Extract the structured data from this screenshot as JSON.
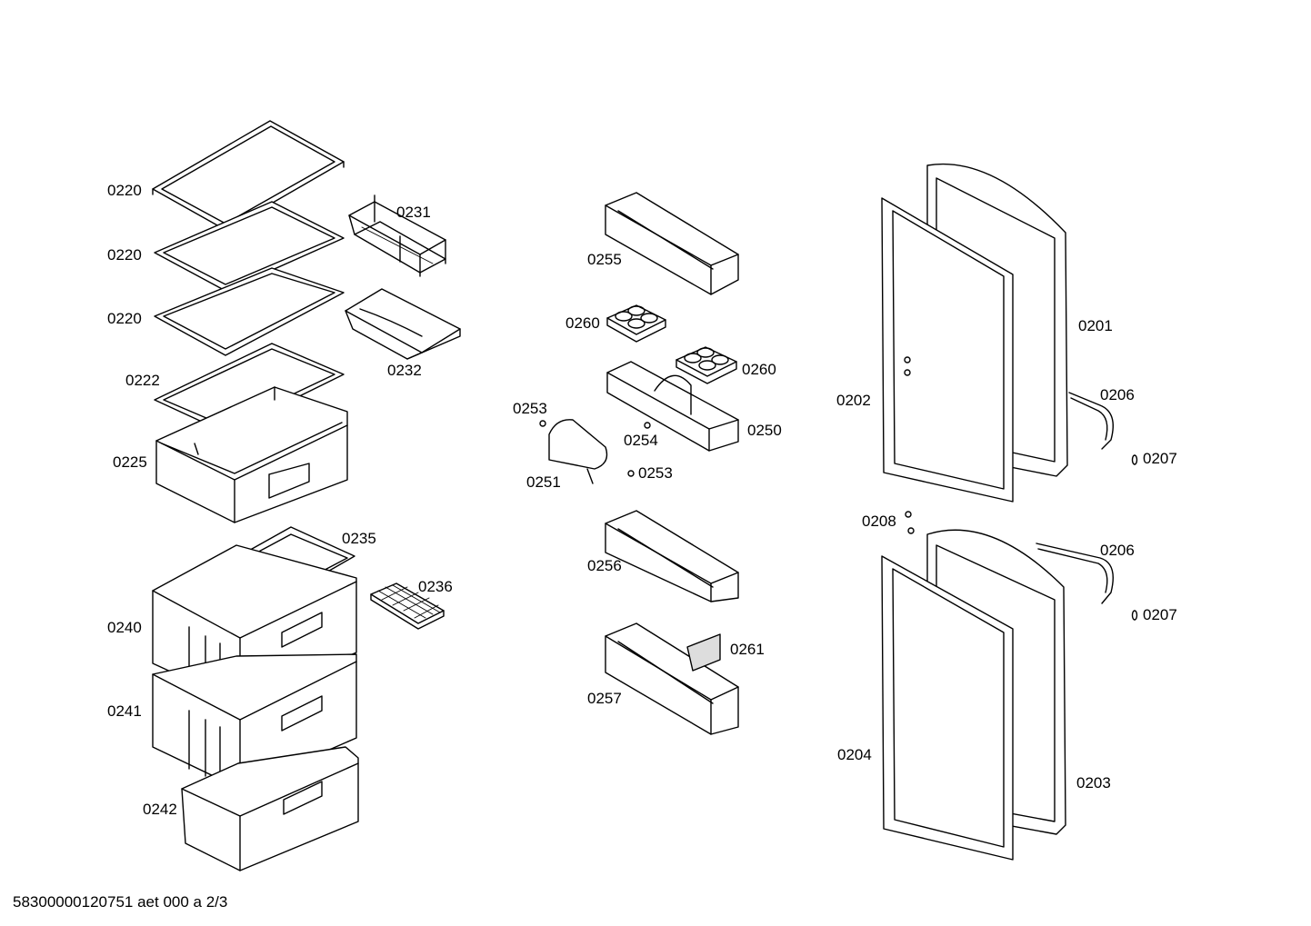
{
  "labels": {
    "l0220a": "0220",
    "l0220b": "0220",
    "l0220c": "0220",
    "l0222": "0222",
    "l0225": "0225",
    "l0231": "0231",
    "l0232": "0232",
    "l0235": "0235",
    "l0236": "0236",
    "l0240": "0240",
    "l0241": "0241",
    "l0242": "0242",
    "l0255": "0255",
    "l0260a": "0260",
    "l0260b": "0260",
    "l0250": "0250",
    "l0253a": "0253",
    "l0254": "0254",
    "l0253b": "0253",
    "l0251": "0251",
    "l0256": "0256",
    "l0261": "0261",
    "l0257": "0257",
    "l0201": "0201",
    "l0202": "0202",
    "l0206a": "0206",
    "l0207a": "0207",
    "l0208": "0208",
    "l0206b": "0206",
    "l0207b": "0207",
    "l0204": "0204",
    "l0203": "0203"
  },
  "footer": "58300000120751 aet 000 a 2/3"
}
